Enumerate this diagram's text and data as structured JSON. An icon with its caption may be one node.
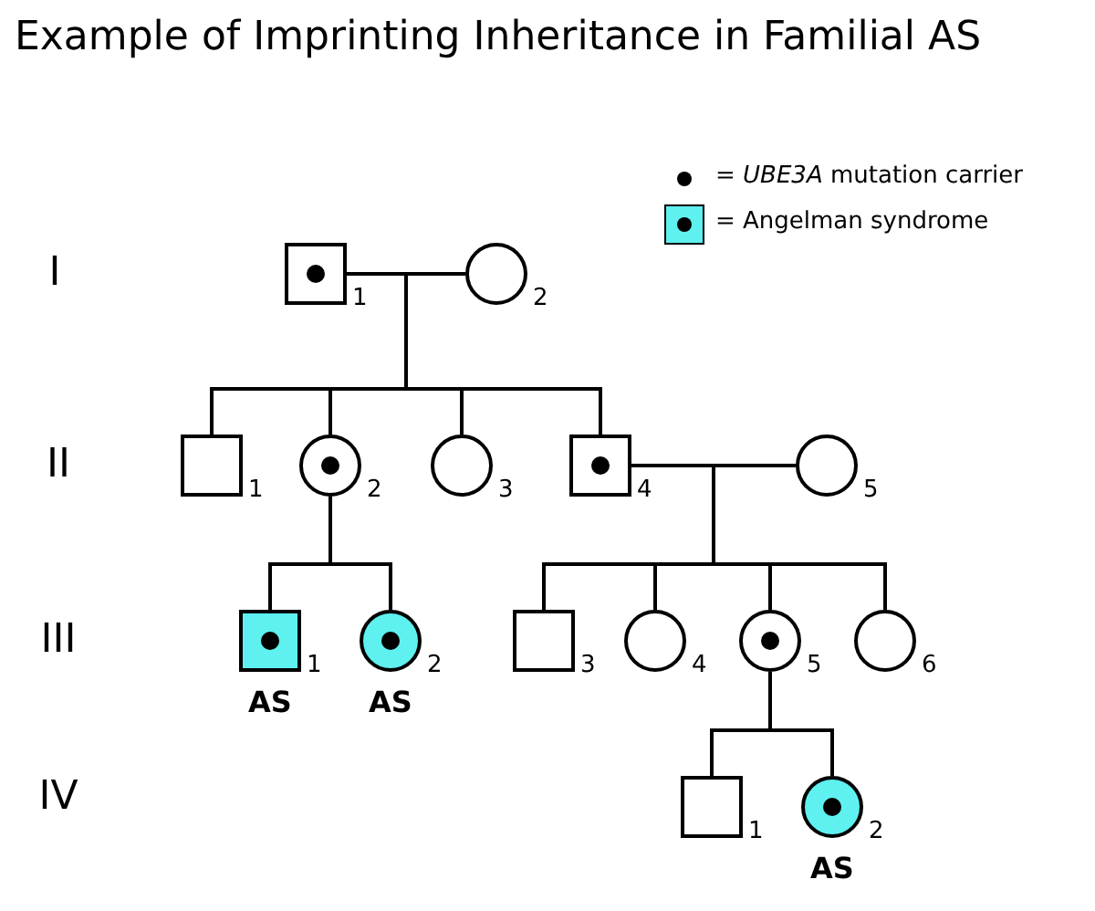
{
  "diagram": {
    "title": "Example of Imprinting Inheritance in Familial AS",
    "nodes": [
      {
        "text": [],
        "shape": "box",
        "beside": [
          "1"
        ]
      },
      {
        "text": [],
        "shape": "circle",
        "in": 0
      },
      {
        "text": [],
        "shape": "circle",
        "beside": [
          "2"
        ]
      },
      {
        "text": [],
        "shape": "box",
        "beside": [
          "1"
        ]
      },
      {
        "text": [],
        "shape": "circle",
        "beside": [
          "2"
        ]
      },
      {
        "text": [],
        "shape": "circle",
        "in": 4
      },
      {
        "text": [],
        "shape": "circle",
        "beside": [
          "3"
        ]
      },
      {
        "text": [],
        "shape": "box",
        "beside": [
          "4"
        ]
      },
      {
        "text": [],
        "shape": "circle",
        "in": 7
      },
      {
        "text": [],
        "shape": "circle",
        "beside": [
          "5"
        ]
      },
      {
        "text": [],
        "shape": "box",
        "beside": [
          "1",
          "AS"
        ]
      },
      {
        "text": [],
        "shape": "circle",
        "in": 10
      },
      {
        "text": [],
        "shape": "circle",
        "beside": [
          "2",
          "AS"
        ]
      },
      {
        "text": [],
        "shape": "circle",
        "in": 12
      },
      {
        "text": [],
        "shape": "box",
        "beside": [
          "3"
        ]
      },
      {
        "text": [],
        "shape": "circle",
        "beside": [
          "4"
        ]
      },
      {
        "text": [],
        "shape": "circle",
        "beside": [
          "5"
        ]
      },
      {
        "text": [],
        "shape": "circle",
        "in": 16
      },
      {
        "text": [],
        "shape": "circle",
        "beside": [
          "6"
        ]
      },
      {
        "text": [],
        "shape": "box",
        "beside": [
          "1"
        ]
      },
      {
        "text": [],
        "shape": "circle",
        "beside": [
          "2",
          "AS"
        ]
      },
      {
        "text": [],
        "shape": "circle",
        "in": 20
      }
    ],
    "edges": [
      {
        "from": 0,
        "to": 2,
        "arrow": "none"
      },
      {
        "from": 0,
        "to": 3,
        "arrow": "none"
      },
      {
        "from": 2,
        "to": 3,
        "arrow": "none"
      },
      {
        "from": 0,
        "to": 4,
        "arrow": "none"
      },
      {
        "from": 2,
        "to": 4,
        "arrow": "none"
      },
      {
        "from": 0,
        "to": 6,
        "arrow": "none"
      },
      {
        "from": 2,
        "to": 6,
        "arrow": "none"
      },
      {
        "from": 0,
        "to": 7,
        "arrow": "none"
      },
      {
        "from": 2,
        "to": 7,
        "arrow": "none"
      },
      {
        "from": 7,
        "to": 9,
        "arrow": "none"
      },
      {
        "from": 4,
        "to": 10,
        "arrow": "none"
      },
      {
        "from": 4,
        "to": 12,
        "arrow": "none"
      },
      {
        "from": 7,
        "to": 14,
        "arrow": "none"
      },
      {
        "from": 9,
        "to": 14,
        "arrow": "none"
      },
      {
        "from": 7,
        "to": 15,
        "arrow": "none"
      },
      {
        "from": 9,
        "to": 15,
        "arrow": "none"
      },
      {
        "from": 7,
        "to": 16,
        "arrow": "none"
      },
      {
        "from": 9,
        "to": 16,
        "arrow": "none"
      },
      {
        "from": 7,
        "to": 18,
        "arrow": "none"
      },
      {
        "from": 9,
        "to": 18,
        "arrow": "none"
      },
      {
        "from": 16,
        "to": 19,
        "arrow": "none"
      },
      {
        "from": 16,
        "to": 20,
        "arrow": "none"
      }
    ],
    "labels": [
      "I",
      "II",
      "III",
      "IV"
    ],
    "legend": [
      {
        "text": "= *UBE3A* mutation carrier"
      },
      {
        "text": "= Angelman syndrome",
        "color": "#5ff0f0"
      }
    ]
  }
}
